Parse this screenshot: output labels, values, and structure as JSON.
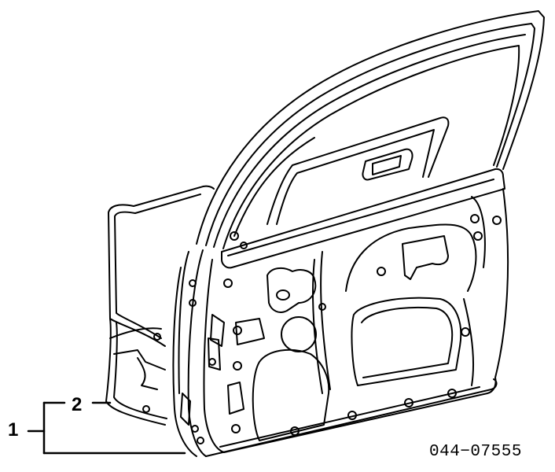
{
  "labels": {
    "callout_1": "1",
    "callout_2": "2"
  },
  "part_number": "044−07555",
  "colors": {
    "line": "#000000",
    "background": "#ffffff"
  }
}
